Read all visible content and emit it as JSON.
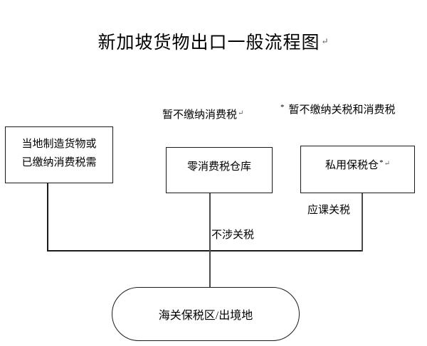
{
  "title": {
    "text": "新加坡货物出口一般流程图",
    "pilcrow": "↵"
  },
  "boxes": {
    "local_goods": {
      "line1": "当地制造货物或",
      "line2": "已缴纳消费税需"
    },
    "zero_gst_warehouse": {
      "text": "零消费税仓库"
    },
    "private_bonded_warehouse": {
      "text": "私用保税仓",
      "superscript": "*",
      "pilcrow": "↵"
    }
  },
  "terminal": {
    "text": "海关保税区/出境地"
  },
  "labels": {
    "gst_deferred": {
      "text": "暂不缴纳消费税",
      "pilcrow": "↵"
    },
    "duty_and_gst_deferred": {
      "star": "*",
      "text": "暂不缴纳关税和消费税"
    },
    "duty_payable": {
      "text": "应课关税"
    },
    "no_duty_involved": {
      "text": "不涉关税"
    }
  },
  "colors": {
    "stroke": "#1a1a1a",
    "connector": "#4a4a4a",
    "background": "#ffffff",
    "text": "#000000"
  }
}
